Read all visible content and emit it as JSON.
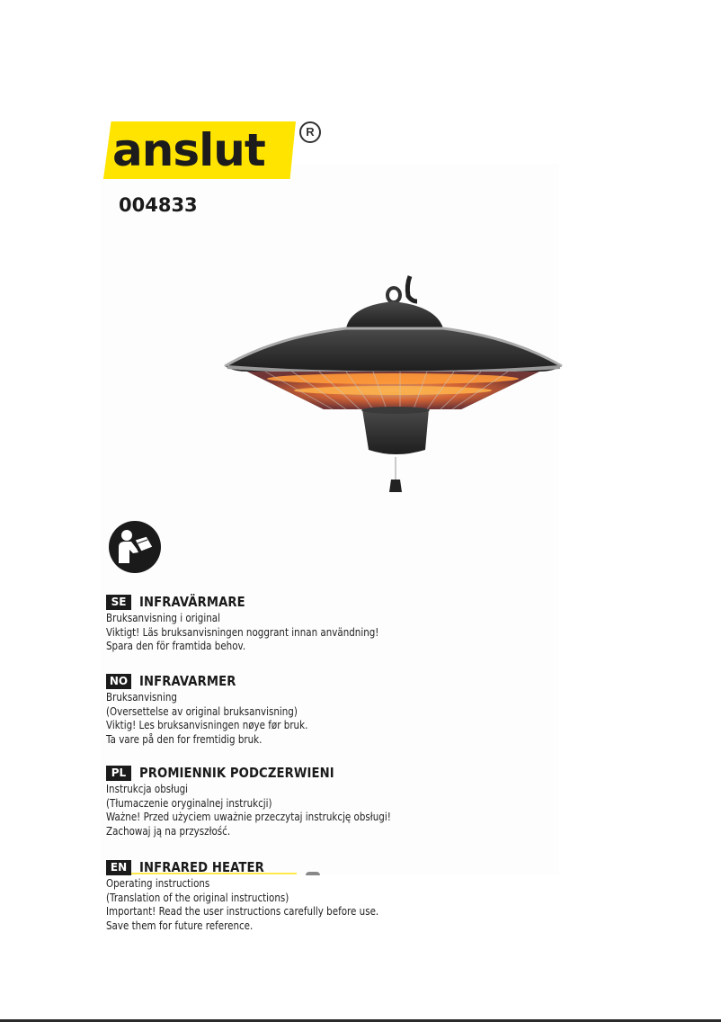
{
  "brand": {
    "logo_text": "anslut",
    "registered_mark": "R",
    "band_color": "#ffe400"
  },
  "article_number": "004833",
  "product_image": {
    "icon": "patio-heater-image",
    "description": "Ceiling-mounted infrared patio heater with glowing elements and pull cord"
  },
  "manual_icon": "read-manual-icon",
  "sections": [
    {
      "code": "SE",
      "title": "INFRAVÄRMARE",
      "lines": [
        "Bruksanvisning i original",
        "Viktigt! Läs bruksanvisningen noggrant innan användning!",
        "Spara den för framtida behov."
      ]
    },
    {
      "code": "NO",
      "title": "INFRAVARMER",
      "lines": [
        "Bruksanvisning",
        "(Oversettelse av original bruksanvisning)",
        "Viktig! Les bruksanvisningen nøye før bruk.",
        "Ta vare på den for fremtidig bruk."
      ]
    },
    {
      "code": "PL",
      "title": "PROMIENNIK PODCZERWIENI",
      "lines": [
        "Instrukcja obsługi",
        "(Tłumaczenie oryginalnej instrukcji)",
        "Ważne! Przed użyciem uważnie przeczytaj instrukcję obsługi!",
        "Zachowaj ją na przyszłość."
      ]
    },
    {
      "code": "EN",
      "title": "INFRARED HEATER",
      "lines": [
        "Operating instructions",
        "(Translation of the original instructions)",
        "Important! Read the user instructions carefully before use.",
        "Save them for future reference."
      ]
    }
  ]
}
